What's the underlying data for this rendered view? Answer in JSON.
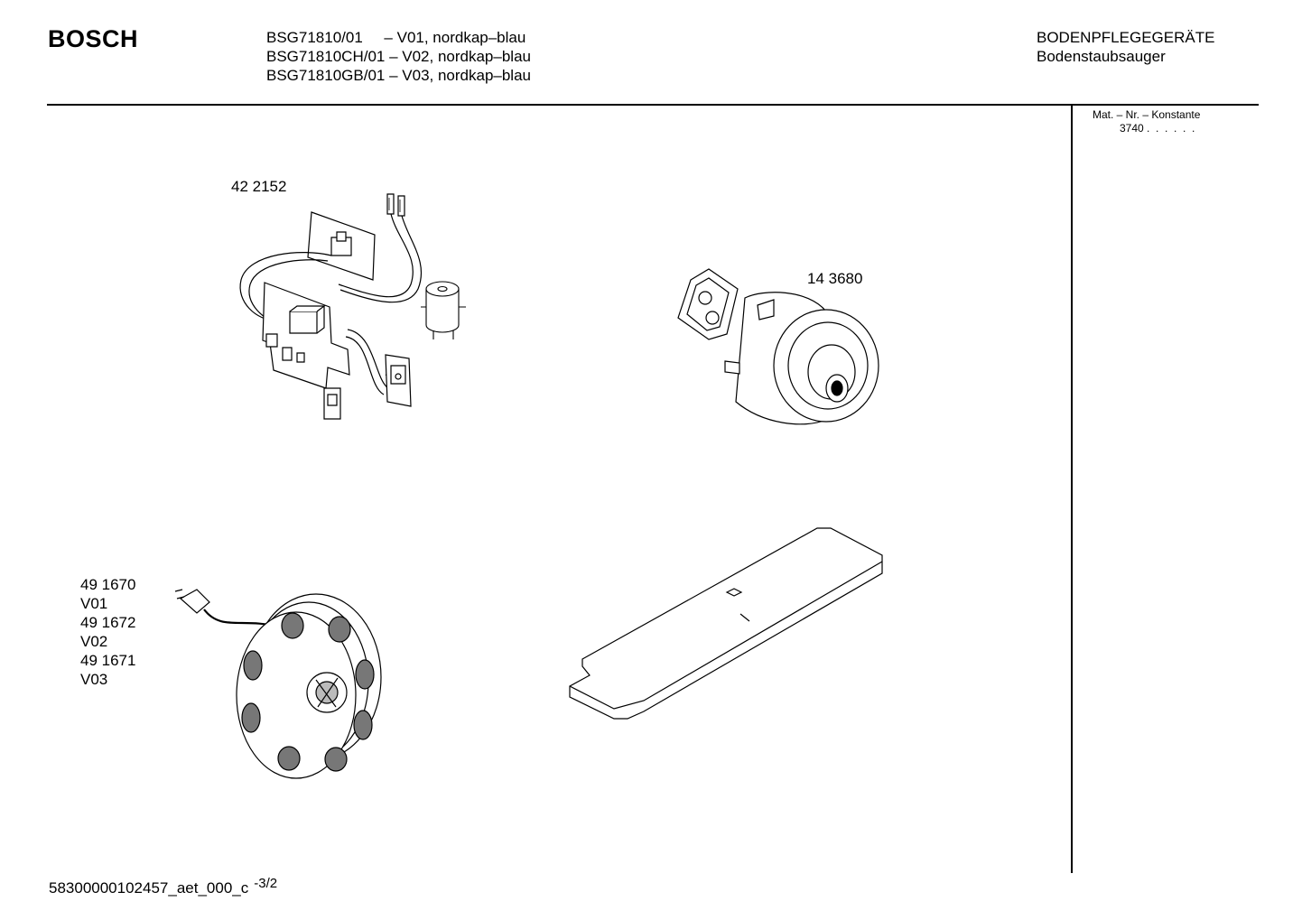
{
  "header": {
    "logo": "BOSCH",
    "models": [
      "BSG71810/01     – V01, nordkap–blau",
      "BSG71810CH/01 – V02, nordkap–blau",
      "BSG71810GB/01 – V03, nordkap–blau"
    ],
    "category": "BODENPFLEGEGERÄTE",
    "subcategory": "Bodenstaubsauger"
  },
  "sidebar": {
    "label": "Mat. – Nr. – Konstante",
    "value": "3740 .  .  .  .  .  ."
  },
  "parts": {
    "electronics": {
      "number": "42 2152"
    },
    "motor": {
      "number": "14 3680"
    },
    "cable_reel": {
      "lines": [
        "49 1670",
        "V01",
        "49 1672",
        "V02",
        "49 1671",
        "V03"
      ]
    }
  },
  "footer": {
    "doc_id": "58300000102457_aet_000_c",
    "page": "-3/2"
  }
}
